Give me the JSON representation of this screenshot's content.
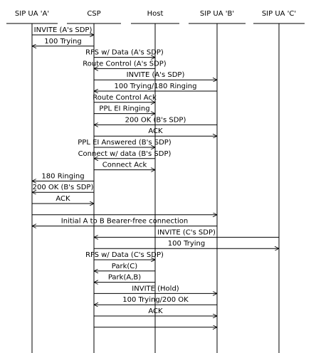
{
  "participants": [
    "SIP UA 'A'",
    "CSP",
    "Host",
    "SIP UA 'B'",
    "SIP UA 'C'"
  ],
  "messages": [
    {
      "label": "INVITE (A's SDP)",
      "from": 0,
      "to": 1
    },
    {
      "label": "100 Trying",
      "from": 1,
      "to": 0
    },
    {
      "label": "RFS w/ Data (A's SDP)",
      "from": 1,
      "to": 2
    },
    {
      "label": "Route Control (A's SDP)",
      "from": 2,
      "to": 1
    },
    {
      "label": "INVITE (A's SDP)",
      "from": 1,
      "to": 3
    },
    {
      "label": "100 Trying/180 Ringing",
      "from": 3,
      "to": 1
    },
    {
      "label": "Route Control Ack",
      "from": 1,
      "to": 2
    },
    {
      "label": "PPL EI Ringing",
      "from": 1,
      "to": 2
    },
    {
      "label": "200 OK (B's SDP)",
      "from": 3,
      "to": 1
    },
    {
      "label": "ACK",
      "from": 1,
      "to": 3
    },
    {
      "label": "PPL EI Answered (B's SDP)",
      "from": 1,
      "to": 2
    },
    {
      "label": "Connect w/ data (B's SDP)",
      "from": 2,
      "to": 1
    },
    {
      "label": "Connect Ack",
      "from": 1,
      "to": 2
    },
    {
      "label": "180 Ringing",
      "from": 1,
      "to": 0
    },
    {
      "label": "200 OK (B's SDP)",
      "from": 1,
      "to": 0
    },
    {
      "label": "ACK",
      "from": 0,
      "to": 1
    },
    {
      "label": "",
      "from": 0,
      "to": 3
    },
    {
      "label": "Initial A to B Bearer-free connection",
      "from": 3,
      "to": 0
    },
    {
      "label": "INVITE (C's SDP)",
      "from": 4,
      "to": 1
    },
    {
      "label": "100 Trying",
      "from": 1,
      "to": 4
    },
    {
      "label": "RFS w/ Data (C's SDP)",
      "from": 1,
      "to": 2
    },
    {
      "label": "Park(C)",
      "from": 2,
      "to": 1
    },
    {
      "label": "Park(A,B)",
      "from": 2,
      "to": 1
    },
    {
      "label": "INVITE (Hold)",
      "from": 1,
      "to": 3
    },
    {
      "label": "100 Trying/200 OK",
      "from": 3,
      "to": 1
    },
    {
      "label": "ACK",
      "from": 1,
      "to": 3
    },
    {
      "label": "",
      "from": 1,
      "to": 3
    }
  ]
}
